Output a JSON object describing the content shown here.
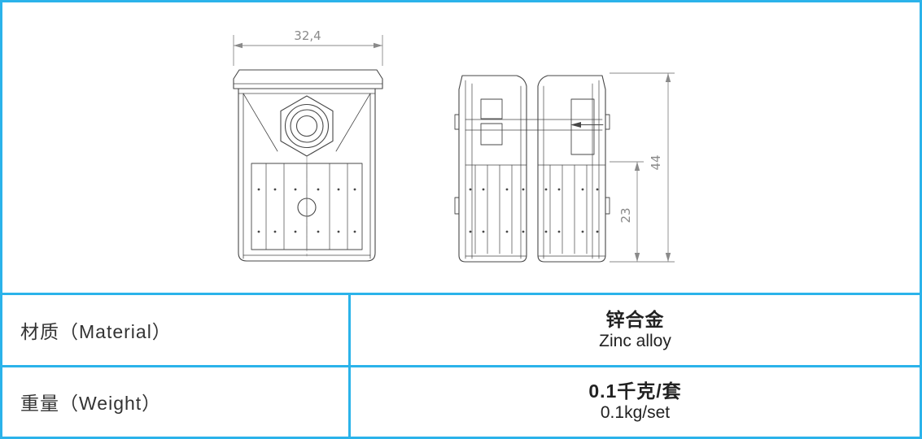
{
  "colors": {
    "border_accent": "#2bb3ea",
    "line_color": "#474747",
    "dimension_color": "#8a8a8a"
  },
  "drawing": {
    "dim_width": "32,4",
    "dim_height": "44",
    "dim_partial": "23"
  },
  "table": {
    "rows": [
      {
        "label": "材质（Material）",
        "value_cn": "锌合金",
        "value_en": "Zinc alloy"
      },
      {
        "label": "重量（Weight）",
        "value_cn": "0.1千克/套",
        "value_en": "0.1kg/set"
      }
    ]
  }
}
